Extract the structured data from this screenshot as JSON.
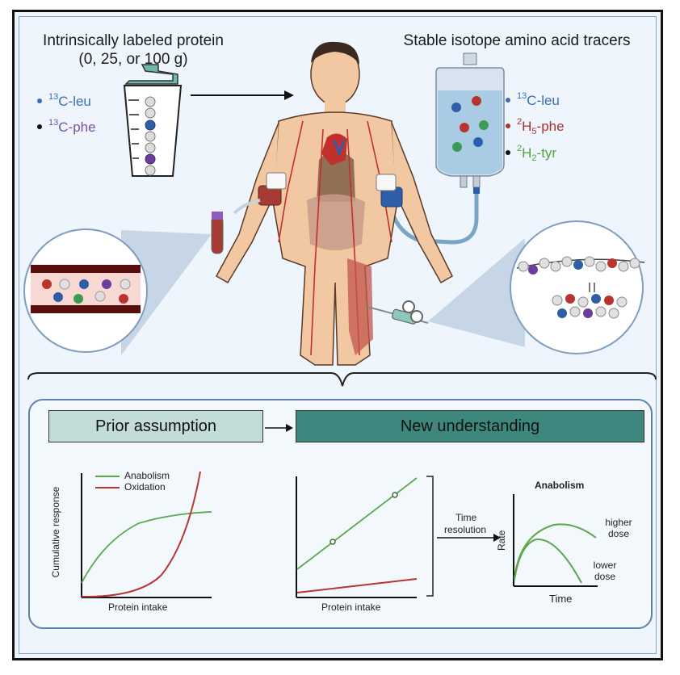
{
  "top": {
    "left_title_line1": "Intrinsically labeled protein",
    "left_title_line2": "(0, 25, or 100 g)",
    "right_title": "Stable isotope amino acid tracers"
  },
  "left_tracers": [
    {
      "mass": "13",
      "name": "C-leu",
      "bullet_color": "#3a6fb3",
      "text_color": "#3a6fb3"
    },
    {
      "mass": "13",
      "name": "C-phe",
      "bullet_color": "#111111",
      "text_color": "#7a4fa8"
    }
  ],
  "right_tracers": [
    {
      "pre_sup": "13",
      "base": "C-leu",
      "sub": "",
      "suffix": "",
      "bullet_color": "#3a6fb3",
      "text_color": "#3a6fb3"
    },
    {
      "pre_sup": "2",
      "base": "H",
      "sub": "5",
      "suffix": "-phe",
      "bullet_color": "#a8322e",
      "text_color": "#a8322e"
    },
    {
      "pre_sup": "2",
      "base": "H",
      "sub": "2",
      "suffix": "-tyr",
      "bullet_color": "#111111",
      "text_color": "#4fa33d"
    }
  ],
  "bottom": {
    "prior_label": "Prior assumption",
    "new_label": "New understanding",
    "time_resolution_line1": "Time",
    "time_resolution_line2": "resolution"
  },
  "chart_data": [
    {
      "type": "line",
      "panel": "Prior assumption",
      "title": "",
      "xlabel": "Protein intake",
      "ylabel": "Cumulative response",
      "series": [
        {
          "name": "Anabolism",
          "color": "#5aa84a",
          "shape": "saturating rise that plateaus"
        },
        {
          "name": "Oxidation",
          "color": "#b8352f",
          "shape": "low then steep exponential rise, crossing anabolism at high intake"
        }
      ],
      "legend": "top-left"
    },
    {
      "type": "line",
      "panel": "New understanding",
      "title": "",
      "xlabel": "Protein intake",
      "ylabel": "",
      "series": [
        {
          "color": "#5aa84a",
          "shape": "steep linear increase with two marked points"
        },
        {
          "color": "#b8352f",
          "shape": "shallow linear increase"
        }
      ]
    },
    {
      "type": "line",
      "panel": "Time resolution",
      "title": "Anabolism",
      "xlabel": "Time",
      "ylabel": "Rate",
      "series": [
        {
          "name": "higher dose",
          "color": "#5aa84a",
          "shape": "rapid rise, sustained plateau, slow decline"
        },
        {
          "name": "lower dose",
          "color": "#5aa84a",
          "shape": "rapid rise, early peak, decline to baseline"
        }
      ]
    }
  ]
}
